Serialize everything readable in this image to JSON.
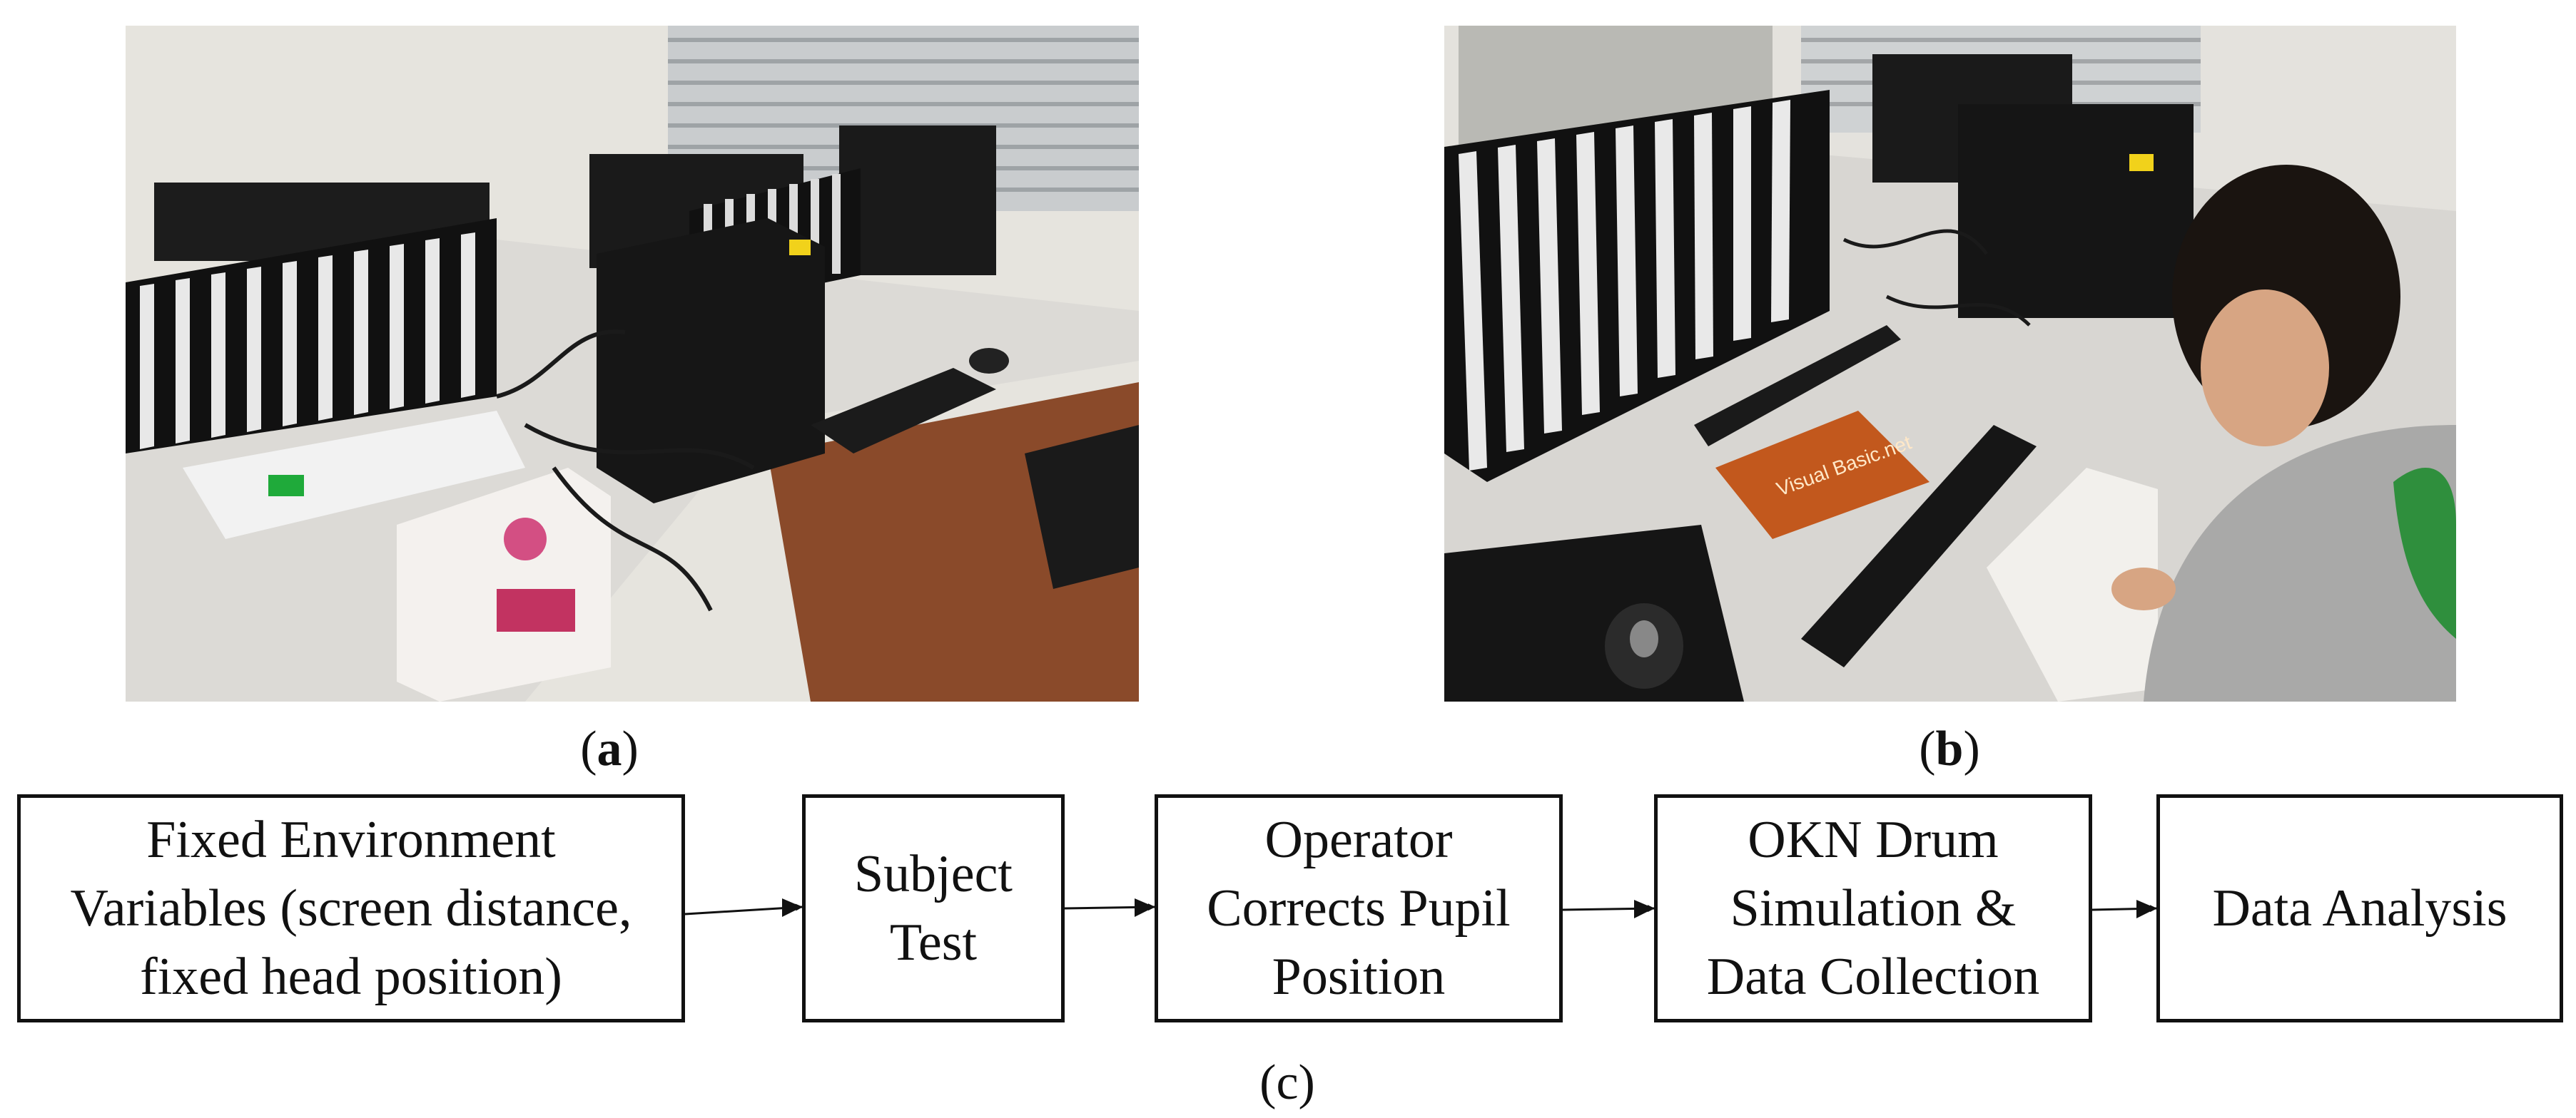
{
  "captions": {
    "a": {
      "open": "(",
      "letter": "a",
      "close": ")"
    },
    "b": {
      "open": "(",
      "letter": "b",
      "close": ")"
    },
    "c": {
      "text": "(c)"
    }
  },
  "photo_b_book_text": "Visual Basic.net",
  "flowchart": {
    "steps": [
      {
        "label": "Fixed Environment\nVariables (screen distance,\nfixed head position)"
      },
      {
        "label": "Subject\nTest"
      },
      {
        "label": "Operator\nCorrects Pupil\nPosition"
      },
      {
        "label": "OKN Drum\nSimulation &\nData Collection"
      },
      {
        "label": "Data Analysis"
      }
    ]
  }
}
